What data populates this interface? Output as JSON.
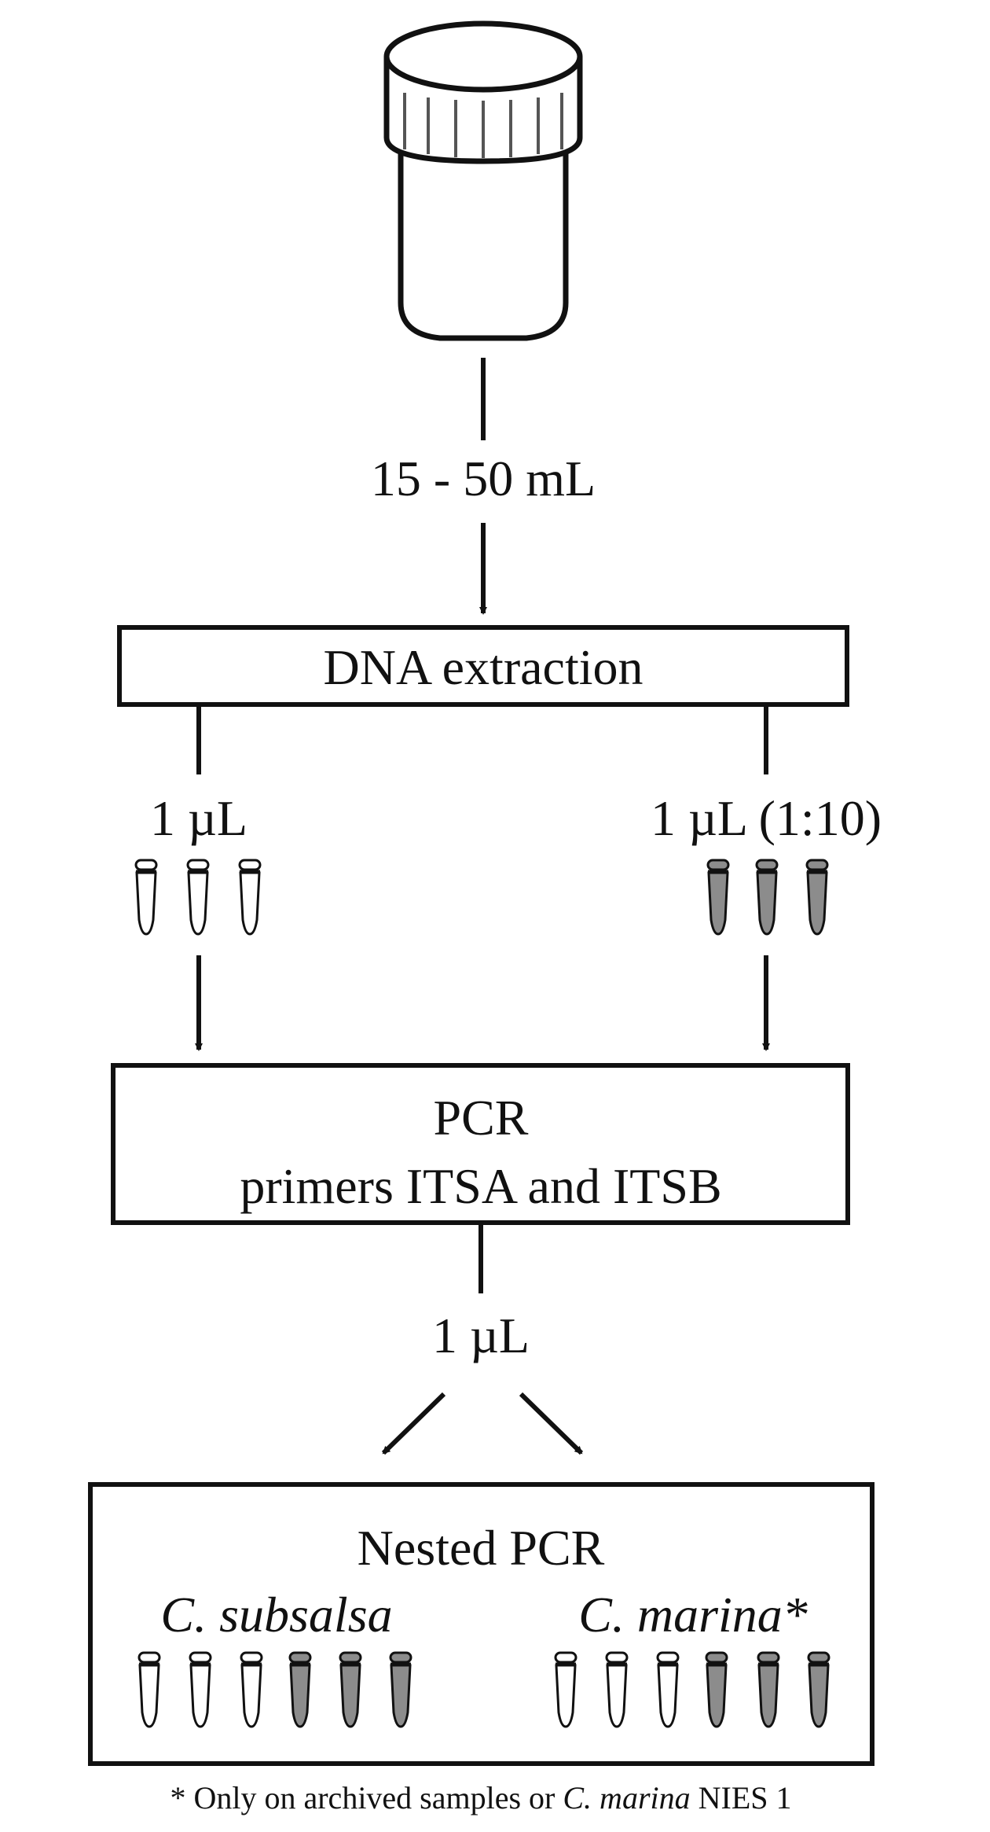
{
  "steps": {
    "volume_label": "15 - 50 mL",
    "extraction_label": "DNA extraction",
    "left_aliquot_label": "1 µL",
    "right_aliquot_label": "1 µL (1:10)",
    "pcr_title": "PCR",
    "pcr_primers": "primers ITSA and ITSB",
    "nested_aliquot_label": "1 µL",
    "nested_title": "Nested PCR",
    "species_left": "C. subsalsa",
    "species_right": "C. marina*"
  },
  "footnote": {
    "prefix": "* Only on archived samples or ",
    "species": "C. marina",
    "suffix": " NIES 1"
  },
  "colors": {
    "line": "#111111",
    "tube_light": "#ffffff",
    "tube_dark": "#8c8c8c"
  },
  "icons": {
    "sample": "sample-jar-icon",
    "tube": "microcentrifuge-tube-icon"
  }
}
